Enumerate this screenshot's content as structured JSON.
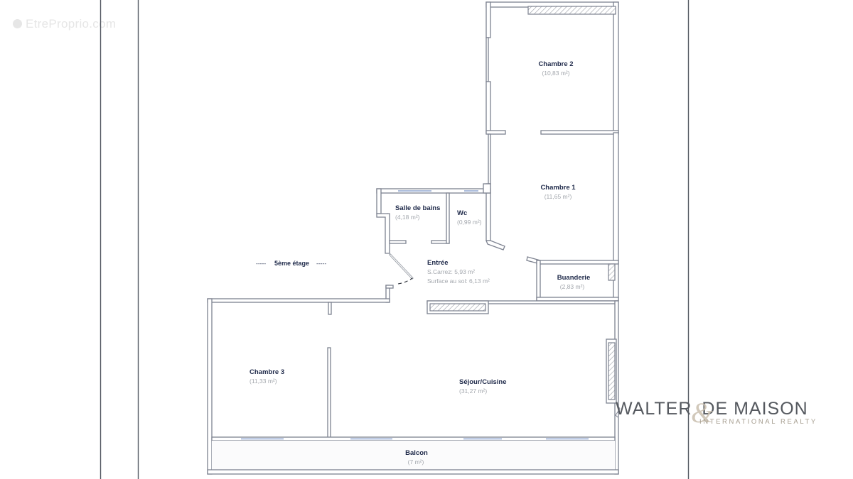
{
  "watermark": {
    "icon": "copyright-icon",
    "text": "EtreProprio.com"
  },
  "floor_label": {
    "dashes_left": "-----",
    "text": "5ème étage",
    "dashes_right": "-----"
  },
  "rooms": {
    "chambre2": {
      "name": "Chambre 2",
      "area": "(10,83 m²)"
    },
    "chambre1": {
      "name": "Chambre 1",
      "area": "(11,65 m²)"
    },
    "salle_de_bains": {
      "name": "Salle de bains",
      "area": "(4,18 m²)"
    },
    "wc": {
      "name": "Wc",
      "area": "(0,99 m²)"
    },
    "entree": {
      "name": "Entrée",
      "carrez": "S.Carrez: 5,93 m²",
      "sol": "Surface au sol: 6,13 m²"
    },
    "buanderie": {
      "name": "Buanderie",
      "area": "(2,83 m²)"
    },
    "chambre3": {
      "name": "Chambre 3",
      "area": "(11,33 m²)"
    },
    "sejour": {
      "name": "Séjour/Cuisine",
      "area": "(31,27 m²)"
    },
    "balcon": {
      "name": "Balcon",
      "area": "(7 m²)"
    }
  },
  "brand": {
    "name_left": "WALTER",
    "ampersand": "&",
    "name_right": "DE MAISON",
    "tagline": "INTERNATIONAL REALTY"
  }
}
